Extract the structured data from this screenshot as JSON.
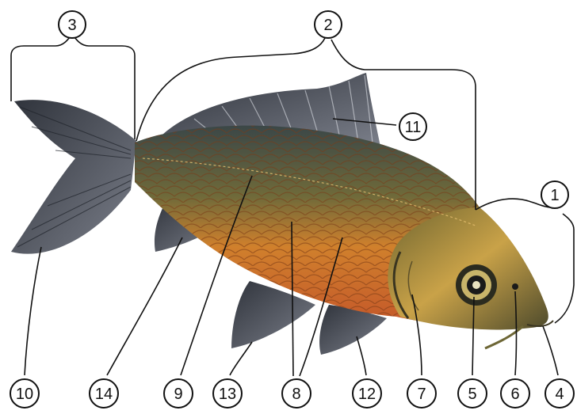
{
  "diagram": {
    "subject": "fish",
    "callouts": [
      {
        "id": "c1",
        "label": "1"
      },
      {
        "id": "c2",
        "label": "2"
      },
      {
        "id": "c3",
        "label": "3"
      },
      {
        "id": "c4",
        "label": "4"
      },
      {
        "id": "c5",
        "label": "5"
      },
      {
        "id": "c6",
        "label": "6"
      },
      {
        "id": "c7",
        "label": "7"
      },
      {
        "id": "c8",
        "label": "8"
      },
      {
        "id": "c9",
        "label": "9"
      },
      {
        "id": "c10",
        "label": "10"
      },
      {
        "id": "c11",
        "label": "11"
      },
      {
        "id": "c12",
        "label": "12"
      },
      {
        "id": "c13",
        "label": "13"
      },
      {
        "id": "c14",
        "label": "14"
      }
    ],
    "colors": {
      "body_belly": "#e0862a",
      "body_back": "#3f4a4a",
      "fin": "#4a4e57",
      "head": "#c9a248",
      "eye": "#1a1a1a"
    }
  }
}
